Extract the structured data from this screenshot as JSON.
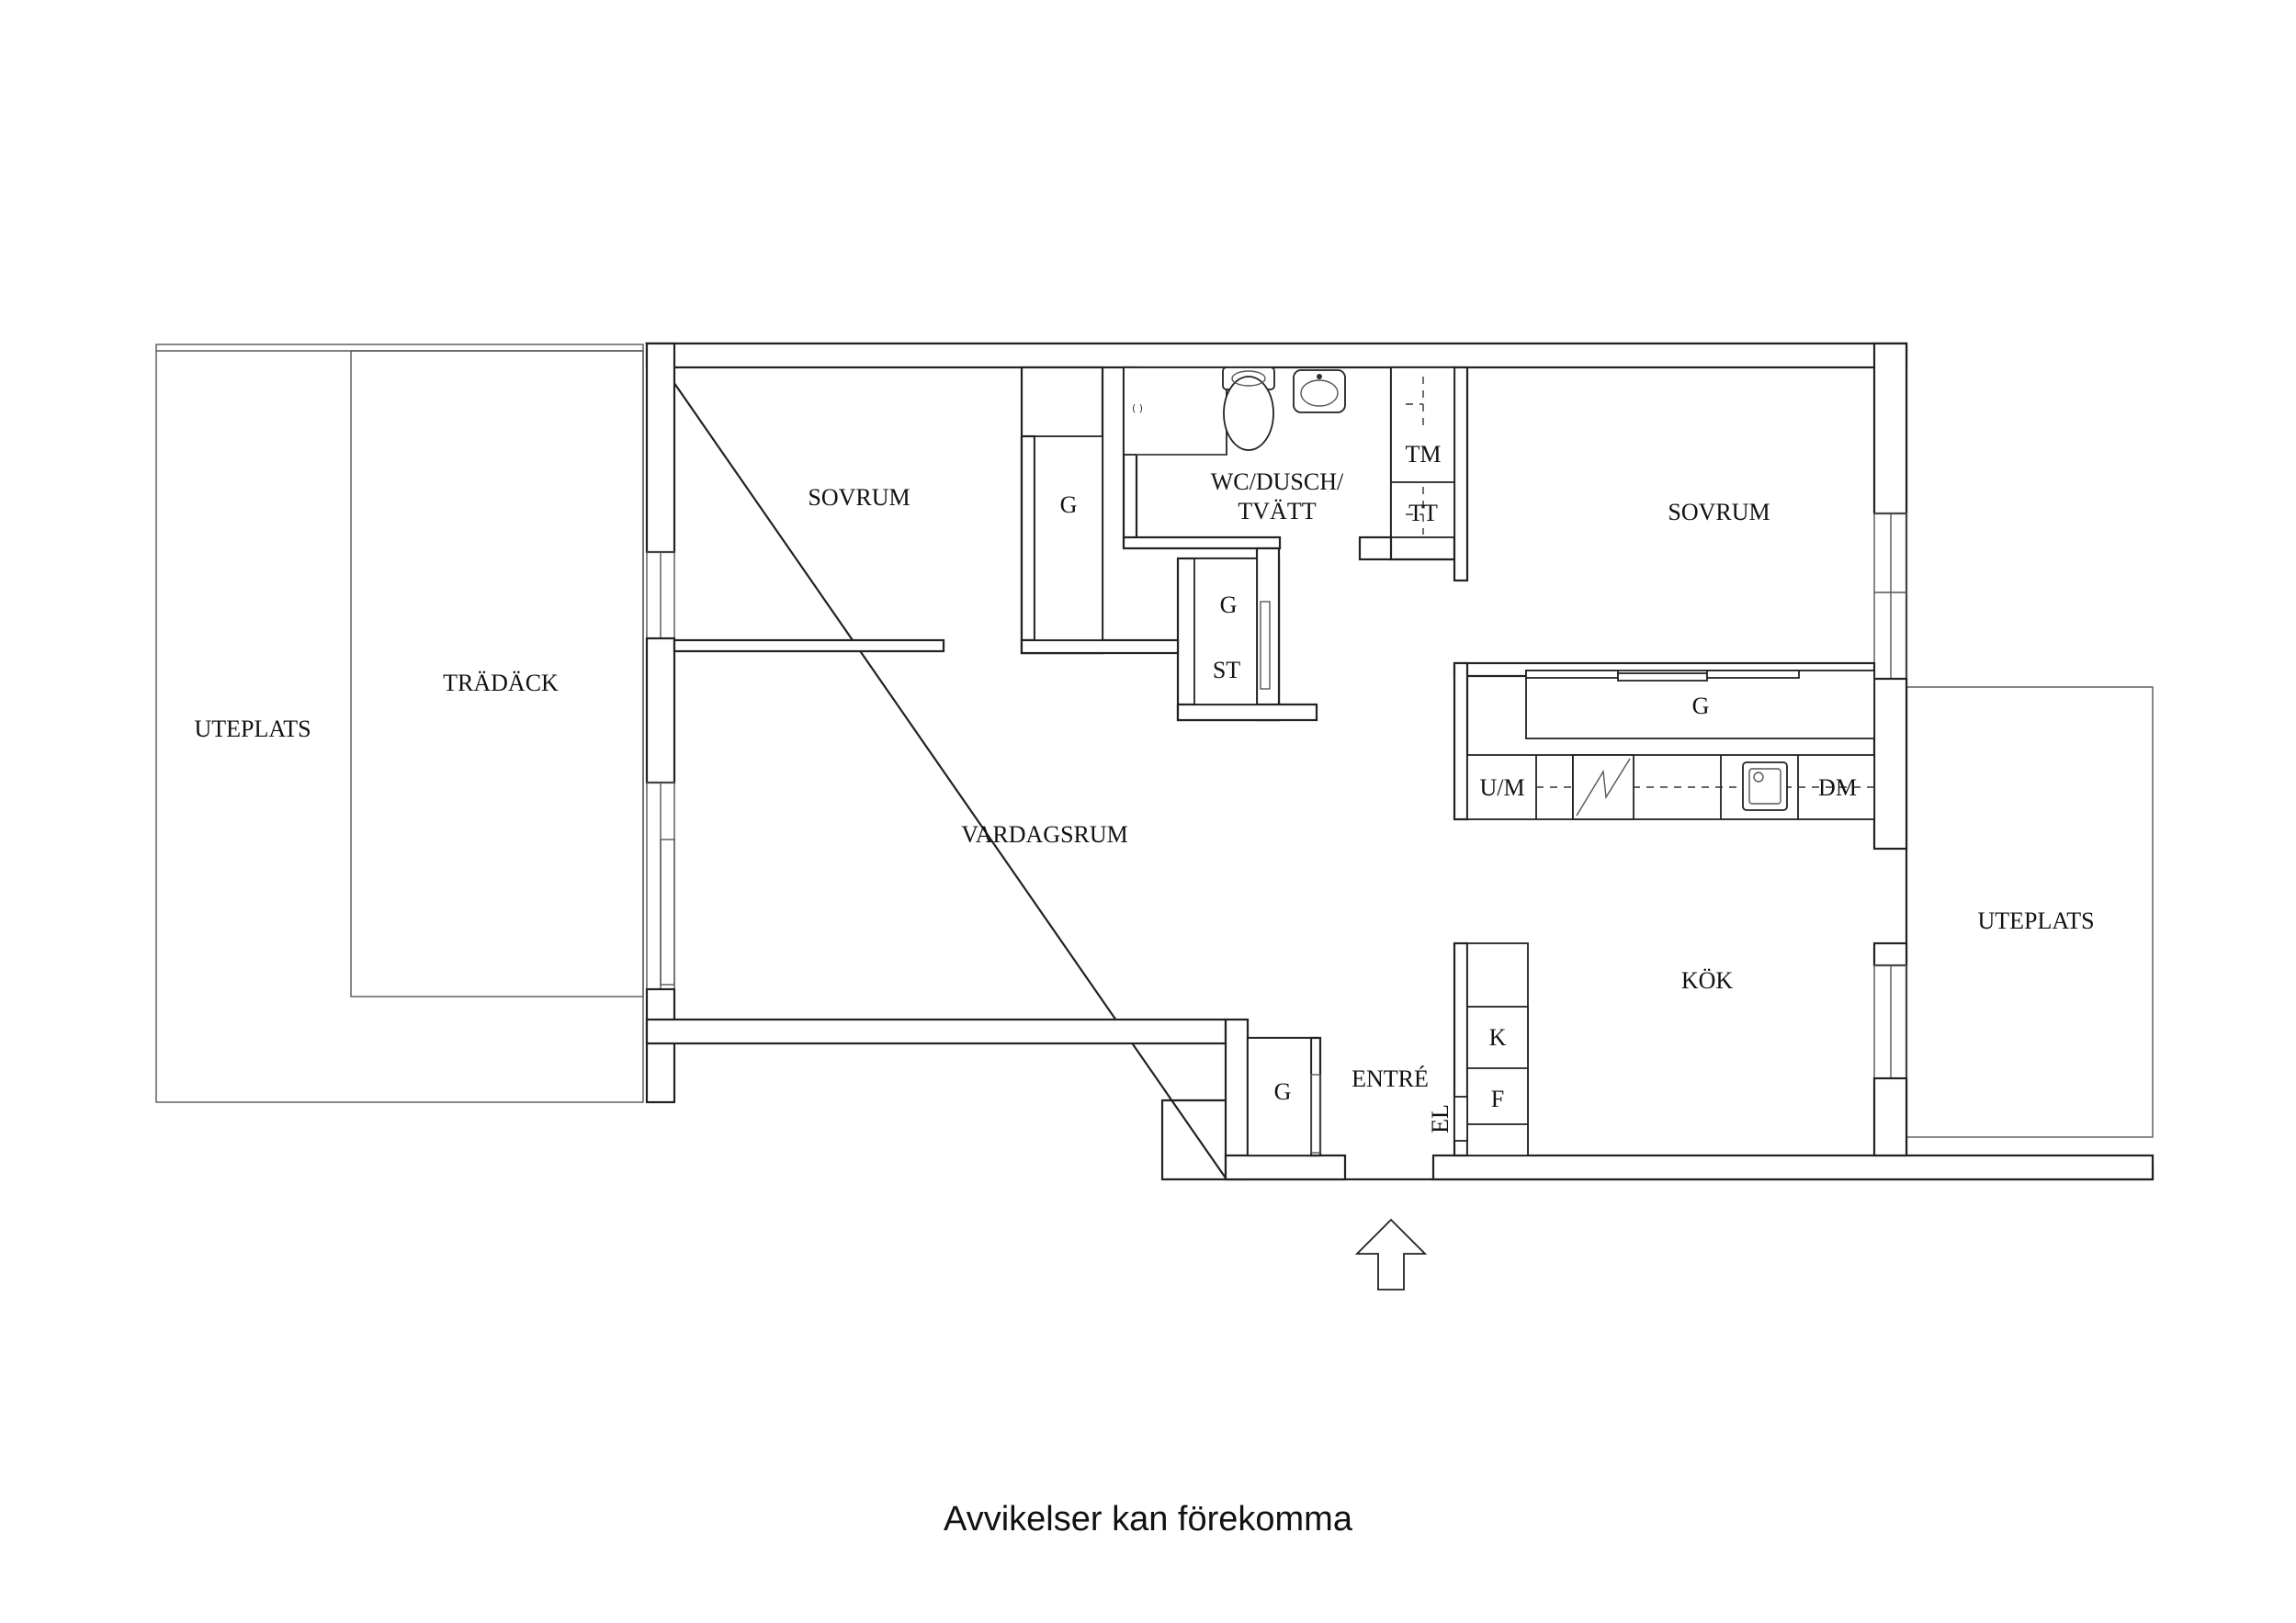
{
  "labels": {
    "uteplats_left": "UTEPLATS",
    "tradack": "TRÄDÄCK",
    "sovrum_left": "SOVRUM",
    "closet_sovrum_left": "G",
    "wc": "WC/DUSCH/",
    "wc2": "TVÄTT",
    "tm": "TM",
    "tt": "TT",
    "sovrum_right": "SOVRUM",
    "closet_hall": "G",
    "storage_hall": "ST",
    "vardagsrum": "VARDAGSRUM",
    "closet_kitchen": "G",
    "um": "U/M",
    "dm": "DM",
    "uteplats_right": "UTEPLATS",
    "kok": "KÖK",
    "k": "K",
    "f": "F",
    "entre": "ENTRÉ",
    "closet_entre": "G",
    "el": "EL"
  },
  "caption": "Avvikelser kan förekomma",
  "icons": {
    "toilet": "toilet-icon",
    "sink": "sink-icon",
    "stove": "stove-icon",
    "kitchen_sink": "kitchen-sink-icon",
    "entrance": "entrance-arrow-icon"
  }
}
